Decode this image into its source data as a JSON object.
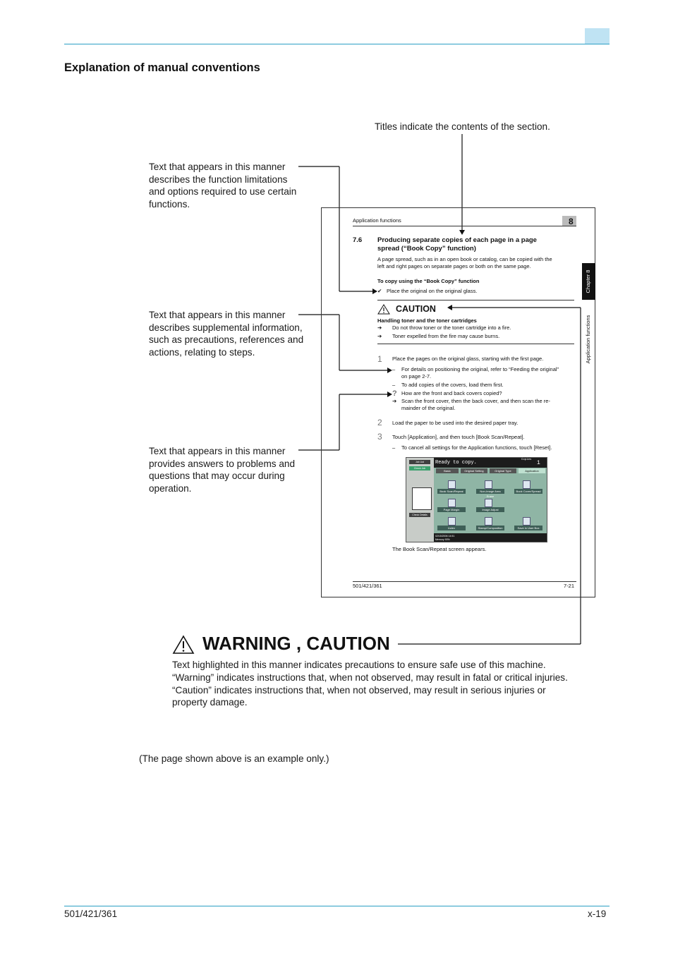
{
  "header": {
    "section_title": "Explanation of manual conventions"
  },
  "callouts": {
    "titles": "Titles indicate the contents of the section.",
    "limitations": [
      "Text that appears in this manner",
      "describes the function limitations",
      "and options required to use certain",
      "functions."
    ],
    "supplemental": [
      "Text that appears in this manner",
      "describes supplemental information,",
      "such as precautions, references and",
      "actions, relating to steps."
    ],
    "answers": [
      "Text that appears in this manner",
      "provides answers to problems and",
      "questions that may occur during",
      "operation."
    ]
  },
  "sample_page": {
    "running_head": "Application functions",
    "chapter_number": "8",
    "section_number": "7.6",
    "section_title_1": "Producing separate copies of each page in a page",
    "section_title_2": "spread (“Book Copy” function)",
    "intro_1": "A page spread, such as in an open book or catalog, can be copied with the",
    "intro_2": "left and right pages on separate pages or both on the same page.",
    "procedure_title": "To copy using the “Book Copy” function",
    "check_mark": "✔",
    "check_text": "Place the original on the original glass.",
    "caution_label": "CAUTION",
    "caution_heading": "Handling toner and the toner cartridges",
    "caution_items": [
      "Do not throw toner or the toner cartridge into a fire.",
      "Toner expelled from the fire may cause burns."
    ],
    "arrow_symbol": "➔",
    "step1_num": "1",
    "step1_text": "Place the pages on the original glass, starting with the first page.",
    "step1_sub1a": "For details on positioning the original, refer to “Feeding the original”",
    "step1_sub1b": "on page 2-7.",
    "step1_sub2": "To add copies of the covers, load them first.",
    "question_mark": "?",
    "question_text": "How are the front and back covers copied?",
    "answer_a": "Scan the front cover, then the back cover, and then scan the re-",
    "answer_b": "mainder of the original.",
    "dash": "–",
    "step2_num": "2",
    "step2_text": "Load the paper to be used into the desired paper tray.",
    "step3_num": "3",
    "step3_text": "Touch [Application], and then touch [Book Scan/Repeat].",
    "step3_sub": "To cancel all settings for the Application functions, touch [Reset].",
    "screen_caption": "The Book Scan/Repeat screen appears.",
    "footer_left": "501/421/361",
    "footer_right": "7-21",
    "side_tab_label": "Chapter 8",
    "side_running_label": "Application functions",
    "screen": {
      "status": "Ready to copy.",
      "copies_label": "Copies",
      "copies_value": "1",
      "left_btn_1": "Job List",
      "left_btn_2": "Check Job",
      "left_btn_3": "Check Details",
      "tabs": [
        "Basic",
        "Original Setting",
        "Original Type",
        "Application"
      ],
      "buttons": [
        "Book Scan/Repeat",
        "Non-Image Area Erase",
        "Book Cover/Spread",
        "Page Margin",
        "Image Adjust",
        "Index",
        "Stamp/Composition",
        "Save in User Box"
      ],
      "bottom_date": "02/15/2006",
      "bottom_time": "14:51",
      "bottom_memory": "Memory",
      "bottom_memory_value": "90%"
    }
  },
  "warning": {
    "heading": "WARNING , CAUTION",
    "lines": [
      "Text highlighted in this manner indicates precautions to ensure safe use of this machine.",
      "“Warning” indicates instructions that, when not observed, may result in fatal or critical injuries.",
      "“Caution” indicates instructions that, when not observed, may result in serious injuries or",
      "property damage."
    ]
  },
  "note": "(The page shown above is an example only.)",
  "footer": {
    "model": "501/421/361",
    "page": "x-19"
  },
  "colors": {
    "rule": "#2b9fc4",
    "corner_box": "#bfe3f3",
    "screen_bg": "#8fb5a5"
  }
}
